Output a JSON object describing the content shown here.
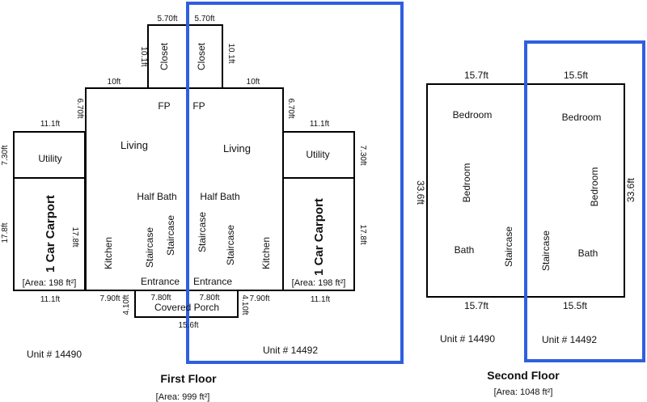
{
  "colors": {
    "highlight": "#2f5fe0",
    "wall": "#000000",
    "background": "#ffffff"
  },
  "first_floor": {
    "title": "First Floor",
    "area": "[Area: 999 ft²]",
    "unit_left": "Unit # 14490",
    "unit_right": "Unit # 14492",
    "dims": {
      "closet_top_left": "5.70ft",
      "closet_top_right": "5.70ft",
      "closet_side_left": "10.1ft",
      "closet_side_right": "10.1ft",
      "living_top_left": "10ft",
      "living_top_right": "10ft",
      "living_side_left": "6.70ft",
      "living_side_right": "6.70ft",
      "utility_top_left": "11.1ft",
      "utility_top_right": "11.1ft",
      "utility_side_left": "7.30ft",
      "utility_side_right": "7.30ft",
      "carport_outer_left": "17.8ft",
      "carport_inner_left": "17.8ft",
      "carport_outer_right": "17.8ft",
      "carport_bottom_left": "11.1ft",
      "carport_bottom_right": "11.1ft",
      "entry_bottom_left": "7.90ft",
      "entry_bottom_right": "7.90ft",
      "porch_top_left": "7.80ft",
      "porch_top_right": "7.80ft",
      "porch_side_left": "4.10ft",
      "porch_side_right": "4.10ft",
      "porch_bottom": "15.6ft"
    },
    "rooms": {
      "closet_left": "Closet",
      "closet_right": "Closet",
      "fp_left": "FP",
      "fp_right": "FP",
      "living_left": "Living",
      "living_right": "Living",
      "utility_left": "Utility",
      "utility_right": "Utility",
      "half_bath_left": "Half Bath",
      "half_bath_right": "Half Bath",
      "carport_left": "1 Car Carport",
      "carport_right": "1 Car Carport",
      "carport_area_left": "[Area: 198 ft²]",
      "carport_area_right": "[Area: 198 ft²]",
      "kitchen_left": "Kitchen",
      "kitchen_right": "Kitchen",
      "staircase_1": "Staircase",
      "staircase_2": "Staircase",
      "staircase_3": "Staircase",
      "staircase_4": "Staircase",
      "entrance_left": "Entrance",
      "entrance_right": "Entrance",
      "covered_porch": "Covered Porch"
    }
  },
  "second_floor": {
    "title": "Second Floor",
    "area": "[Area: 1048 ft²]",
    "unit_left": "Unit # 14490",
    "unit_right": "Unit # 14492",
    "dims": {
      "top_left": "15.7ft",
      "top_right": "15.5ft",
      "bottom_left": "15.7ft",
      "bottom_right": "15.5ft",
      "side_left": "33.6ft",
      "side_right": "33.6ft"
    },
    "rooms": {
      "bedroom_top_left": "Bedroom",
      "bedroom_top_right": "Bedroom",
      "bedroom_mid_left": "Bedroom",
      "bedroom_mid_right": "Bedroom",
      "bath_left": "Bath",
      "bath_right": "Bath",
      "staircase_left": "Staircase",
      "staircase_right": "Staircase"
    }
  }
}
